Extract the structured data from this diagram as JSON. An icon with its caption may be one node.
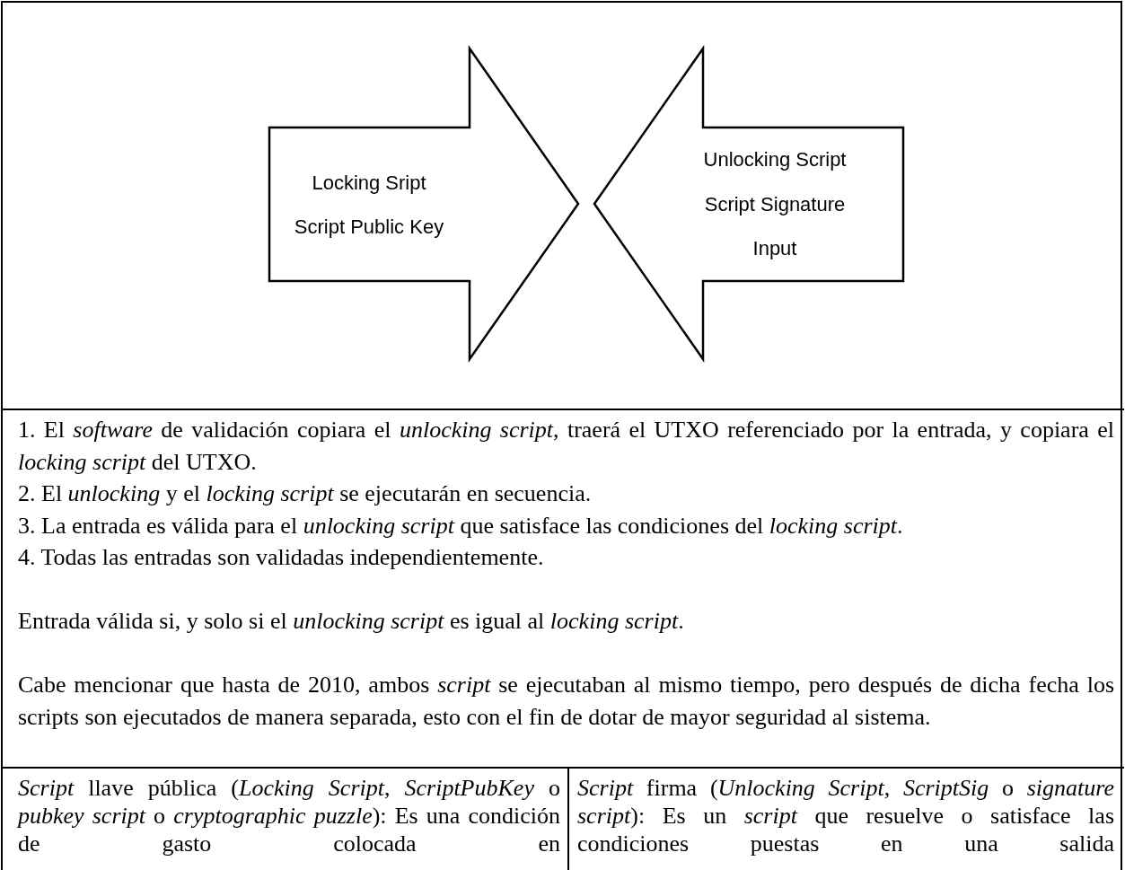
{
  "diagram": {
    "nodes": [
      {
        "text": [
          "Locking Sript",
          "Script Public Key"
        ]
      },
      {
        "text": [
          "Unlocking Script",
          "Script Signature",
          "Input"
        ]
      }
    ],
    "labels": [
      "1. El *software* de validación copiara el *unlocking script*, traerá el UTXO referenciado por la entrada, y copiara el *locking script* del UTXO.",
      "2. El *unlocking* y el *locking script* se ejecutarán en secuencia.",
      "3. La entrada es válida para el *unlocking script* que satisface las condiciones del *locking script*.",
      "4. Todas las entradas son validadas independientemente.",
      "Entrada válida si, y solo si el *unlocking script* es igual al *locking script*.",
      "Cabe mencionar que hasta de 2010, ambos *script* se ejecutaban al mismo tiempo, pero después de dicha fecha los scripts son ejecutados de manera separada, esto con el fin de dotar de mayor seguridad al sistema.",
      "*Script* llave pública (*Locking Script*, *ScriptPubKey* o *pubkey script* o *cryptographic puzzle*): Es una condición de gasto colocada en",
      "*Script* firma (*Unlocking Script*, *ScriptSig* o *signature script*): Es un *script* que resuelve o satisface las condiciones puestas en una salida"
    ]
  }
}
